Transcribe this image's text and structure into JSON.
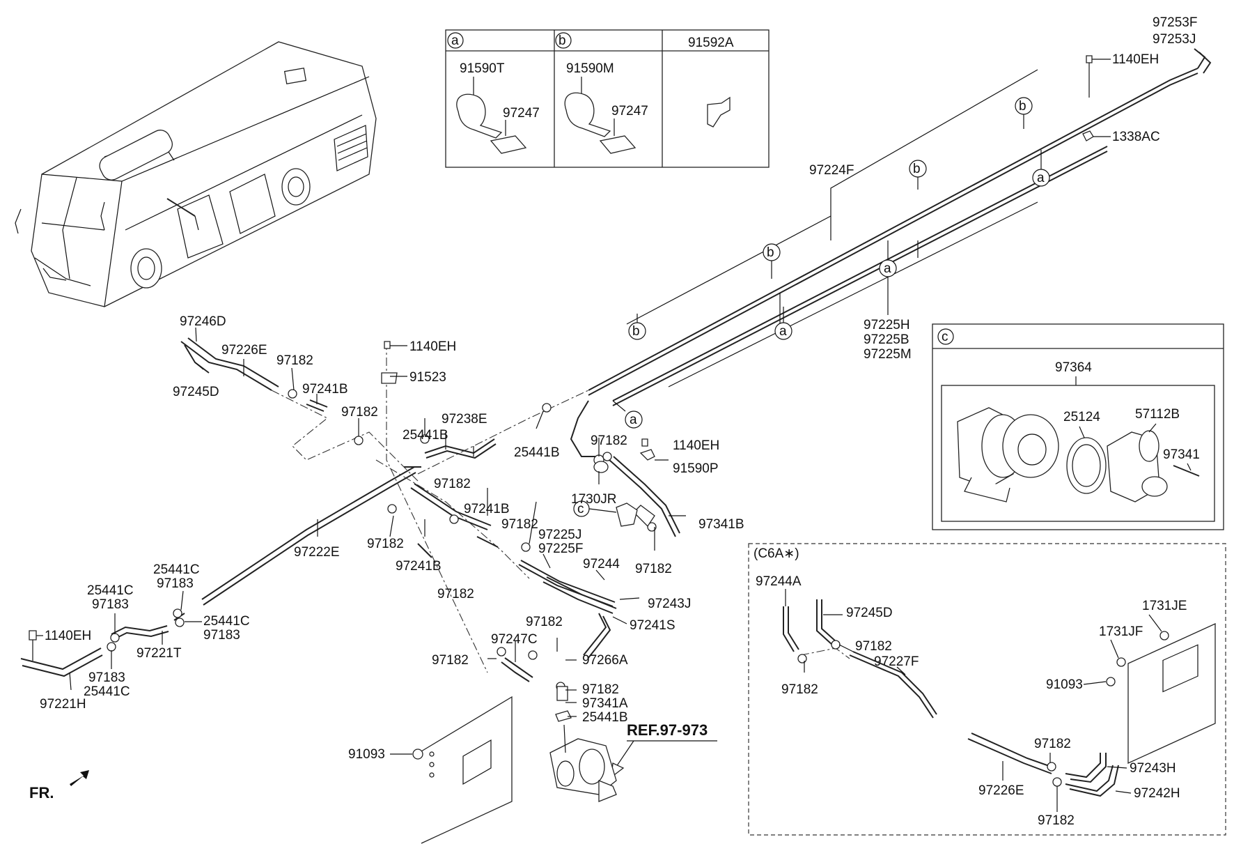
{
  "labels": {
    "p97253F": "97253F",
    "p97253J": "97253J",
    "p1140EH_a": "1140EH",
    "p1338AC": "1338AC",
    "p97224F": "97224F",
    "p97225H": "97225H",
    "p97225B": "97225B",
    "p97225M": "97225M",
    "p91590T": "91590T",
    "p97247_a": "97247",
    "p91590M": "91590M",
    "p97247_b": "97247",
    "p91592A": "91592A",
    "p97364": "97364",
    "p25124": "25124",
    "p57112B": "57112B",
    "p97341": "97341",
    "p97246D": "97246D",
    "p97226E": "97226E",
    "p97245D": "97245D",
    "p97182_a": "97182",
    "p97241B_a": "97241B",
    "p97182_b": "97182",
    "p1140EH_b": "1140EH",
    "p91523": "91523",
    "p97238E": "97238E",
    "p25441B_a": "25441B",
    "p25441B_b": "25441B",
    "p97182_c": "97182",
    "p1140EH_c": "1140EH",
    "p91590P": "91590P",
    "p1730JR": "1730JR",
    "p97341B": "97341B",
    "p97182_d": "97182",
    "p97182_e": "97182",
    "p97241B_b": "97241B",
    "p97182_f": "97182",
    "p97225J": "97225J",
    "p97225F": "97225F",
    "p97182_g": "97182",
    "p97241B_c": "97241B",
    "p97182_h": "97182",
    "p97244": "97244",
    "p97243J": "97243J",
    "p97241S": "97241S",
    "p97222E": "97222E",
    "p25441C_a": "25441C",
    "p97183_a": "97183",
    "p25441C_b": "25441C",
    "p97183_b": "97183",
    "p25441C_c": "25441C",
    "p97183_c": "97183",
    "p1140EH_d": "1140EH",
    "p97221T": "97221T",
    "p97183_d": "97183",
    "p25441C_d": "25441C",
    "p97221H": "97221H",
    "p97182_i": "97182",
    "p97247C": "97247C",
    "p97182_j": "97182",
    "p97266A": "97266A",
    "p97182_k": "97182",
    "p97341A": "97341A",
    "p25441B_c": "25441B",
    "pREF": "REF.97-973",
    "p91093_a": "91093",
    "pFR": "FR.",
    "pC6A": "(C6A∗)",
    "p97244A": "97244A",
    "p97245D_b": "97245D",
    "p97182_l": "97182",
    "p97227F": "97227F",
    "p97182_m": "97182",
    "p1731JE": "1731JE",
    "p1731JF": "1731JF",
    "p91093_b": "91093",
    "p97182_n": "97182",
    "p97243H": "97243H",
    "p97226E_b": "97226E",
    "p97242H": "97242H",
    "p97182_o": "97182"
  },
  "markers": {
    "a": "a",
    "b": "b",
    "c": "c"
  }
}
